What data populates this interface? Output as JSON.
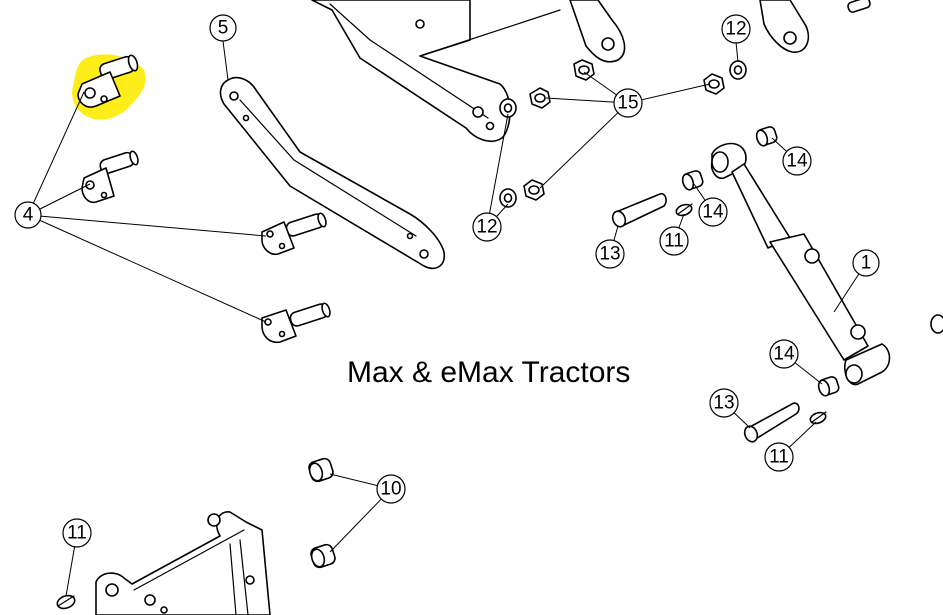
{
  "diagram": {
    "title": "Max & eMax Tractors",
    "highlight_color": "#ffeb00",
    "callouts": [
      "1",
      "4",
      "5",
      "10",
      "11",
      "12",
      "13",
      "14",
      "15"
    ]
  }
}
